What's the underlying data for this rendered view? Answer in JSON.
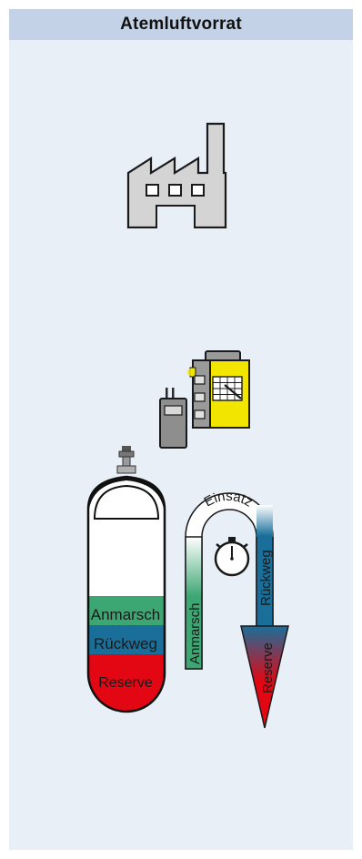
{
  "header": {
    "title": "Atemluftvorrat"
  },
  "cylinder": {
    "segments": [
      {
        "label": "Anmarsch",
        "color": "#3da774"
      },
      {
        "label": "Rückweg",
        "color": "#1a6f9a"
      },
      {
        "label": "Reserve",
        "color": "#e30613"
      }
    ]
  },
  "route": {
    "einsatz_label": "Einsatz",
    "anmarsch_label": "Anmarsch",
    "rueckweg_label": "Rückweg",
    "reserve_label": "Reserve"
  },
  "icons": [
    "factory-icon",
    "radio-icon",
    "control-board-icon",
    "stopwatch-icon",
    "air-cylinder-icon"
  ],
  "colors": {
    "background": "#e9eff7",
    "header": "#c3d2e6",
    "factory": "#d4d4d4",
    "board": "#f2e500",
    "anmarsch": "#3da774",
    "rueckweg": "#1a6f9a",
    "reserve": "#e30613"
  }
}
